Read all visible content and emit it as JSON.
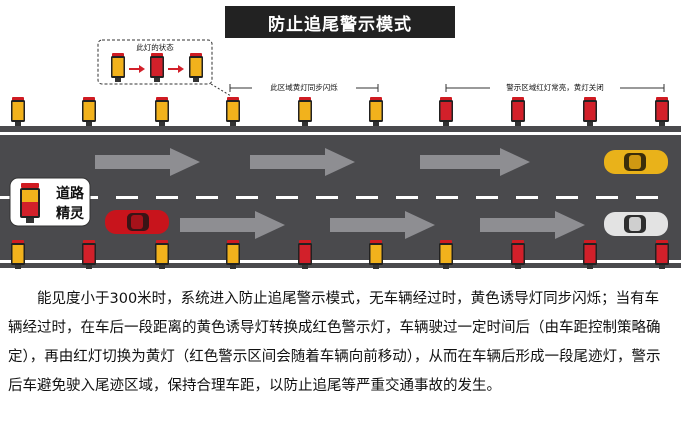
{
  "title": "防止追尾警示模式",
  "legend_box_label": "此灯的状态",
  "zone_yellow_label": "此区域黄灯同步闪烁",
  "zone_red_label": "警示区域红灯常亮，黄灯关闭",
  "guide_label_line1": "道路",
  "guide_label_line2": "精灵",
  "description": "能见度小于300米时，系统进入防止追尾警示模式，无车辆经过时，黄色诱导灯同步闪烁；当有车辆经过时，在车后一段距离的黄色诱导灯转换成红色警示灯，车辆驶过一定时间后（由车距控制策略确定），再由红灯切换为黄灯（红色警示区间会随着车辆向前移动），从而在车辆后形成一段尾迹灯，警示后车避免驶入尾迹区域，保持合理车距，以防止追尾等严重交通事故的发生。",
  "colors": {
    "road": "#4a4a4d",
    "lamp_yellow": "#f2b21c",
    "lamp_red": "#d2202a",
    "arrow": "#8e8e92",
    "car_red": "#c8141c",
    "car_yellow": "#e9b21a",
    "car_white": "#e3e3e3"
  },
  "icons": [
    "arrow-right-icon",
    "warning-lamp-icon",
    "car-icon"
  ]
}
